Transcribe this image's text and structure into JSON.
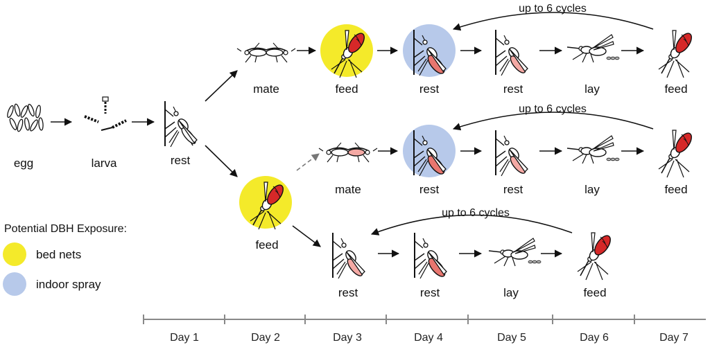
{
  "colors": {
    "bed_nets": "#f4ea2a",
    "indoor_spray": "#b7c9ea",
    "blood": "#d62828",
    "rest_belly": "#f4a9a4",
    "axis": "#888888"
  },
  "stages": {
    "egg": "egg",
    "larva": "larva",
    "rest": "rest",
    "mate": "mate",
    "feed": "feed",
    "lay": "lay"
  },
  "cycle_label": "up to 6 cycles",
  "legend": {
    "title": "Potential DBH Exposure:",
    "items": [
      {
        "label": "bed nets",
        "color": "#f4ea2a"
      },
      {
        "label": "indoor spray",
        "color": "#b7c9ea"
      }
    ]
  },
  "days": [
    "Day 1",
    "Day 2",
    "Day 3",
    "Day 4",
    "Day 5",
    "Day 6",
    "Day 7"
  ]
}
